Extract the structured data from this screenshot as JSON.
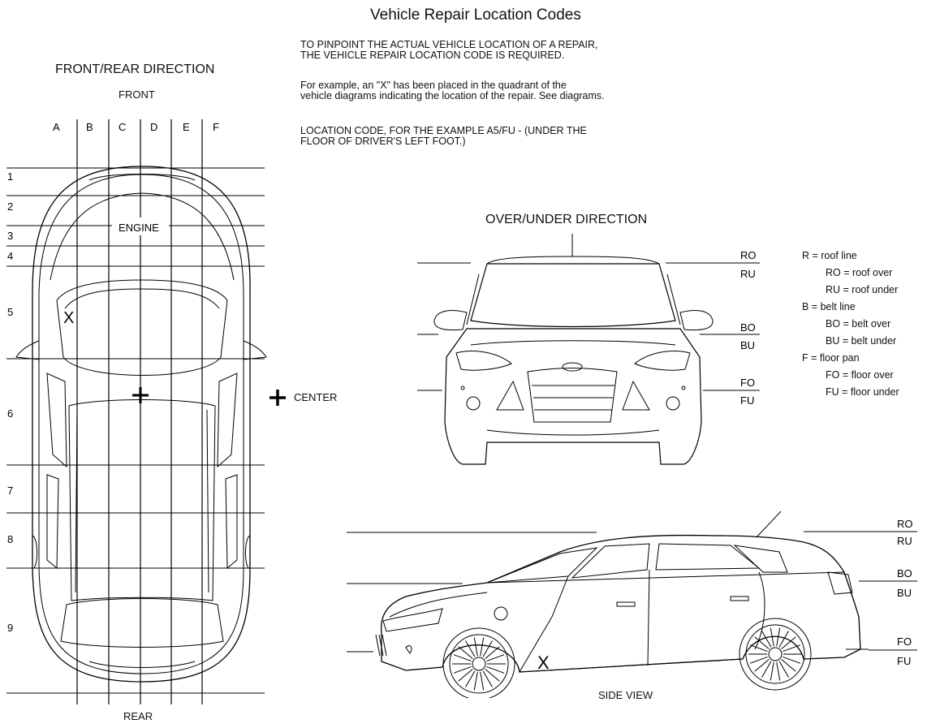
{
  "title": "Vehicle Repair Location Codes",
  "intro": {
    "line1": "TO PINPOINT THE ACTUAL VEHICLE LOCATION OF A REPAIR,",
    "line2": "THE VEHICLE REPAIR LOCATION CODE IS REQUIRED.",
    "example1": "For example, an \"X\" has been placed in the quadrant of the",
    "example2": "vehicle diagrams indicating the location of the repair. See diagrams.",
    "code1": "LOCATION CODE, FOR THE EXAMPLE A5/FU - (UNDER THE",
    "code2": "FLOOR OF DRIVER'S LEFT FOOT.)"
  },
  "top_view": {
    "heading": "FRONT/REAR DIRECTION",
    "front": "FRONT",
    "rear": "REAR",
    "engine": "ENGINE",
    "center": "CENTER",
    "columns": [
      "A",
      "B",
      "C",
      "D",
      "E",
      "F"
    ],
    "rows": [
      "1",
      "2",
      "3",
      "4",
      "5",
      "6",
      "7",
      "8",
      "9"
    ],
    "mark": "X"
  },
  "front_view": {
    "heading": "OVER/UNDER DIRECTION",
    "codes": [
      "RO",
      "RU",
      "BO",
      "BU",
      "FO",
      "FU"
    ]
  },
  "side_view": {
    "label": "SIDE VIEW",
    "codes": [
      "RO",
      "RU",
      "BO",
      "BU",
      "FO",
      "FU"
    ],
    "mark": "X"
  },
  "legend": [
    {
      "text": "R = roof line",
      "indent": false
    },
    {
      "text": "RO = roof over",
      "indent": true
    },
    {
      "text": "RU = roof under",
      "indent": true
    },
    {
      "text": "B = belt line",
      "indent": false
    },
    {
      "text": "BO = belt over",
      "indent": true
    },
    {
      "text": "BU = belt under",
      "indent": true
    },
    {
      "text": "F = floor pan",
      "indent": false
    },
    {
      "text": "FO = floor over",
      "indent": true
    },
    {
      "text": "FU = floor under",
      "indent": true
    }
  ]
}
